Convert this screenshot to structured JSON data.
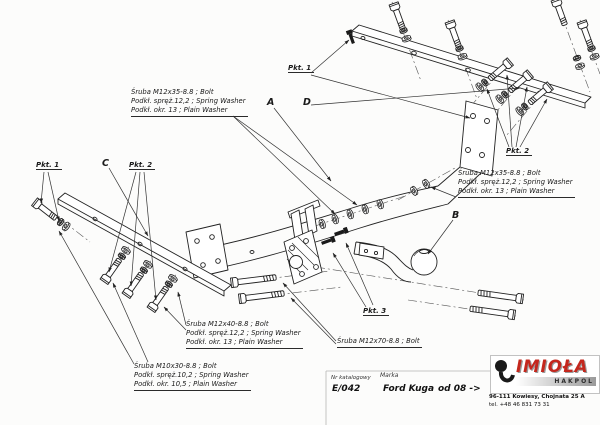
{
  "drawing": {
    "points": {
      "p1": "Pkt. 1",
      "p2": "Pkt. 2",
      "p3": "Pkt. 3"
    },
    "letters": {
      "a": "A",
      "b": "B",
      "c": "C",
      "d": "D"
    },
    "callouts": {
      "m12x35_left": {
        "lines": [
          "Śruba M12x35-8.8 ;  Bolt",
          "Podkł. spręż.12,2 ;  Spring Washer",
          "Podkł. okr. 13 ;  Plain Washer"
        ]
      },
      "m12x35_right": {
        "lines": [
          "Śruba M12x35-8.8 ;  Bolt",
          "Podkł. spręż.12,2 ;  Spring Washer",
          "Podkł. okr. 13 ;  Plain Washer"
        ]
      },
      "m12x40": {
        "lines": [
          "Śruba M12x40-8.8 ;  Bolt",
          "Podkł. spręż.12,2 ;  Spring Washer",
          "Podkł. okr. 13 ;  Plain Washer"
        ]
      },
      "m10x30": {
        "lines": [
          "Śruba M10x30-8.8 ;  Bolt",
          "Podkł. spręż.10,2 ;  Spring Washer",
          "Podkł. okr. 10,5 ;  Plain Washer"
        ]
      },
      "m12x70": {
        "lines": [
          "Śruba M12x70-8.8 ;  Bolt"
        ]
      }
    }
  },
  "title_block": {
    "catalog_label": "Nr katalogowy",
    "catalog_value": "E/042",
    "brand_label": "Marka",
    "brand_value": "Ford Kuga",
    "year_range": "od 08 ->",
    "logo": {
      "name": "IMIOŁA",
      "sub": "HAKPOL"
    },
    "address": "96-111 Kowiesy, Chojnata 25 A",
    "phone": "tel. +48 46 831 73 31",
    "colors": {
      "logo_red": "#c4271d",
      "line_dark": "#222222"
    }
  }
}
